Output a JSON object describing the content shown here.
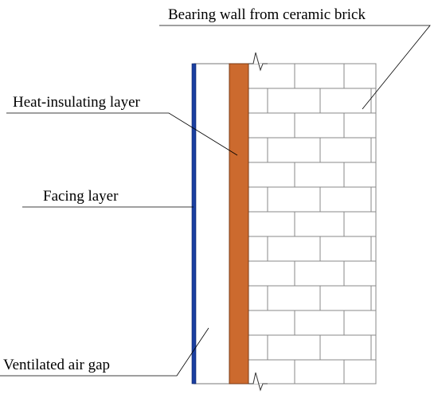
{
  "labels": {
    "bearing_wall": "Bearing wall from ceramic brick",
    "heat_insulating": "Heat-insulating layer",
    "facing": "Facing layer",
    "air_gap": "Ventilated air gap"
  },
  "colors": {
    "facing_layer": "#1a3fa0",
    "insulation": "#cc6a2e",
    "insulation_border": "#7a3a14",
    "brick_lines": "#888888",
    "leader_lines": "#000000"
  }
}
